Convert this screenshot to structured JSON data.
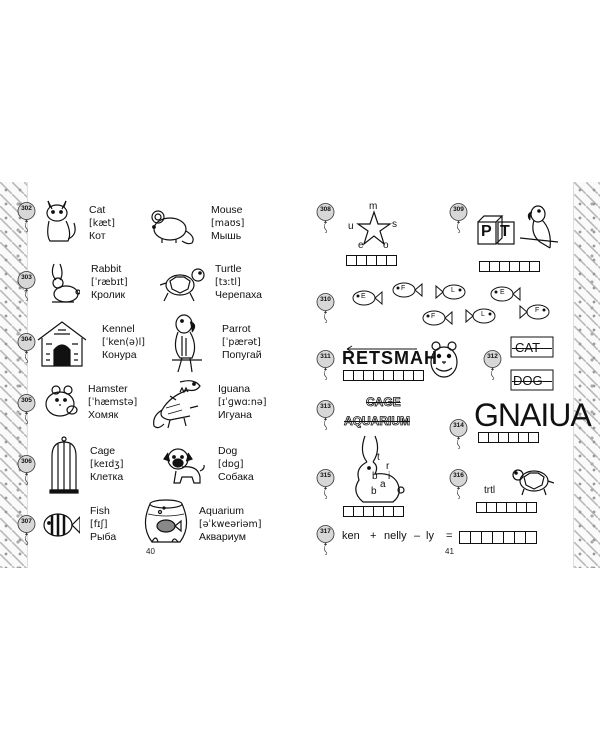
{
  "left_page": {
    "page_number": "40",
    "entries": [
      {
        "id": "302",
        "word": "Cat",
        "transcription": "[kæt]",
        "translation": "Кот"
      },
      {
        "id": "302b",
        "word": "Mouse",
        "transcription": "[maʊs]",
        "translation": "Мышь"
      },
      {
        "id": "303",
        "word": "Rabbit",
        "transcription": "[ˈræbɪt]",
        "translation": "Кролик"
      },
      {
        "id": "303b",
        "word": "Turtle",
        "transcription": "[tɜːtl]",
        "translation": "Черепаха"
      },
      {
        "id": "304",
        "word": "Kennel",
        "transcription": "[ˈken(ə)l]",
        "translation": "Конура"
      },
      {
        "id": "304b",
        "word": "Parrot",
        "transcription": "[ˈpærət]",
        "translation": "Попугай"
      },
      {
        "id": "305",
        "word": "Hamster",
        "transcription": "[ˈhæmstə]",
        "translation": "Хомяк"
      },
      {
        "id": "305b",
        "word": "Iguana",
        "transcription": "[ɪˈɡwɑːnə]",
        "translation": "Игуана"
      },
      {
        "id": "306",
        "word": "Cage",
        "transcription": "[keɪdʒ]",
        "translation": "Клетка"
      },
      {
        "id": "306b",
        "word": "Dog",
        "transcription": "[dɒɡ]",
        "translation": "Собака"
      },
      {
        "id": "307",
        "word": "Fish",
        "transcription": "[fɪʃ]",
        "translation": "Рыба"
      },
      {
        "id": "307b",
        "word": "Aquarium",
        "transcription": "[əˈkweəriəm]",
        "translation": "Аквариум"
      }
    ],
    "balloon_numbers": [
      "302",
      "303",
      "304",
      "305",
      "306",
      "307"
    ]
  },
  "right_page": {
    "page_number": "41",
    "balloon_numbers": [
      "308",
      "309",
      "310",
      "311",
      "312",
      "313",
      "314",
      "315",
      "316",
      "317"
    ],
    "star_letters": {
      "top": "m",
      "left": "u",
      "right": "s",
      "bottom_left": "e",
      "bottom_right": "o"
    },
    "block_letters": [
      "P",
      "T"
    ],
    "fish_letters": [
      "E",
      "F",
      "L",
      "E",
      "F",
      "L"
    ],
    "reversed_word": "RETSMAH",
    "cat_word": "CAT",
    "dog_word": "DOG",
    "cage_word": "CAGE",
    "aquarium_word": "AQUARIUM",
    "scrambled_word": "GNAIUA",
    "rabbit_letters": [
      "r",
      "b",
      "i",
      "b",
      "a",
      "t"
    ],
    "turtle_clue": "trtl",
    "equation": {
      "a": "ken",
      "plus": "+",
      "b": "nelly",
      "minus": "–",
      "c": "ly",
      "equals": "="
    }
  }
}
